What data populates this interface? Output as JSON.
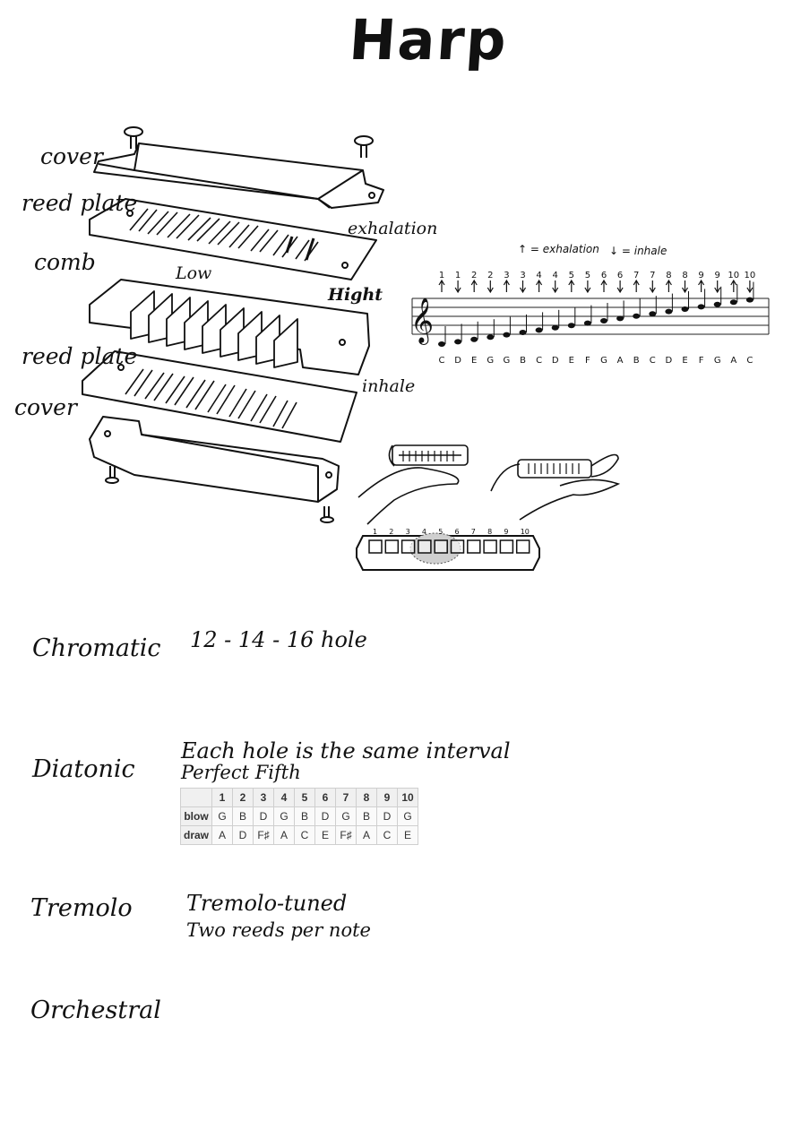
{
  "title": "Harp",
  "parts": {
    "cover_top": "cover",
    "reed_plate_top": "reed plate",
    "comb": "comb",
    "reed_plate_bottom": "reed plate",
    "cover_bottom": "cover",
    "exhalation": "exhalation",
    "low": "Low",
    "high": "Hight",
    "inhale": "inhale"
  },
  "scale_chart": {
    "legend_exhale": "↑ = exhalation",
    "legend_inhale": "↓ = inhale",
    "holes": [
      "1",
      "1",
      "2",
      "2",
      "3",
      "3",
      "4",
      "4",
      "5",
      "5",
      "6",
      "6",
      "7",
      "7",
      "8",
      "8",
      "9",
      "9",
      "10",
      "10"
    ],
    "directions": [
      "up",
      "down",
      "up",
      "down",
      "up",
      "down",
      "up",
      "down",
      "up",
      "down",
      "up",
      "down",
      "up",
      "down",
      "up",
      "down",
      "up",
      "down",
      "up",
      "down"
    ],
    "notes": [
      "C",
      "D",
      "E",
      "G",
      "G",
      "B",
      "C",
      "D",
      "E",
      "F",
      "G",
      "A",
      "B",
      "C",
      "D",
      "E",
      "F",
      "G",
      "A",
      "C"
    ]
  },
  "hole_diagram": {
    "numbers": [
      "1",
      "2",
      "3",
      "4",
      "5",
      "6",
      "7",
      "8",
      "9",
      "10"
    ]
  },
  "types": {
    "chromatic": {
      "name": "Chromatic",
      "desc": "12 - 14 - 16  hole"
    },
    "diatonic": {
      "name": "Diatonic",
      "desc1": "Each hole  is the same interval",
      "desc2": "Perfect Fifth"
    },
    "tremolo": {
      "name": "Tremolo",
      "desc1": "Tremolo-tuned",
      "desc2": "Two reeds per note"
    },
    "orchestral": {
      "name": "Orchestral"
    }
  },
  "tuning_table": {
    "headers": [
      "1",
      "2",
      "3",
      "4",
      "5",
      "6",
      "7",
      "8",
      "9",
      "10"
    ],
    "rows": [
      {
        "label": "blow",
        "cells": [
          "G",
          "B",
          "D",
          "G",
          "B",
          "D",
          "G",
          "B",
          "D",
          "G"
        ]
      },
      {
        "label": "draw",
        "cells": [
          "A",
          "D",
          "F♯",
          "A",
          "C",
          "E",
          "F♯",
          "A",
          "C",
          "E"
        ]
      }
    ]
  }
}
